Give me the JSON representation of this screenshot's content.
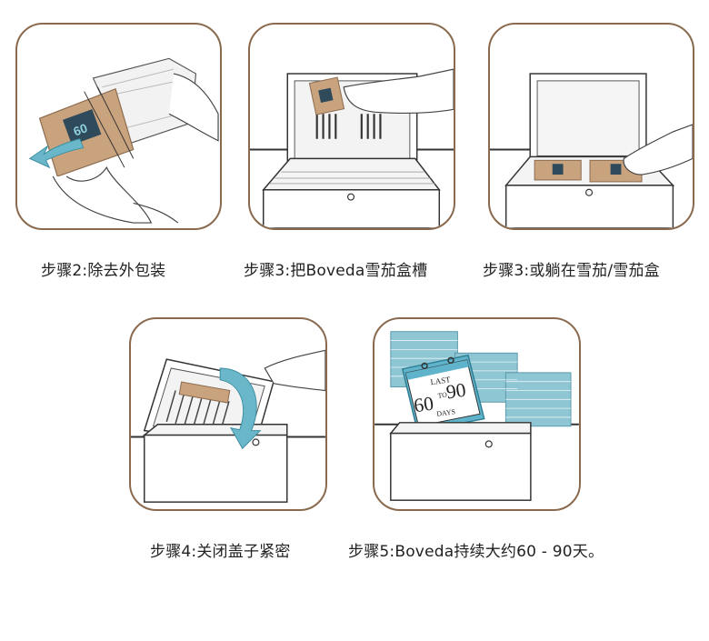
{
  "steps": [
    {
      "caption": "步骤2:除去外包装"
    },
    {
      "caption": "步骤3:把Boveda雪茄盒槽"
    },
    {
      "caption": "步骤3:或躺在雪茄/雪茄盒"
    },
    {
      "caption": "步骤4:关闭盖子紧密"
    },
    {
      "caption": "步骤5:Boveda持续大约60 - 90天。"
    }
  ],
  "illustrations": {
    "pack_label": "60",
    "calendar": {
      "top": "LAST",
      "start": "60",
      "middle": "TO",
      "end": "90",
      "bottom": "DAYS"
    }
  },
  "colors": {
    "frame": "#8a6a4e",
    "arrow": "#6ab7c9",
    "pack": "#c9a27e",
    "calendar_blue": "#8fc6d3",
    "line": "#333333"
  }
}
